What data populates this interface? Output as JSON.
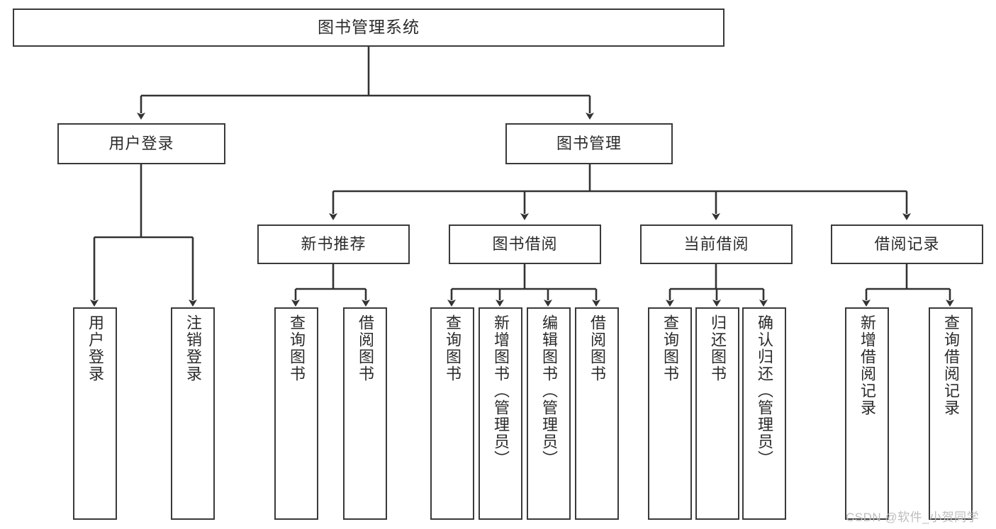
{
  "diagram": {
    "title": "图书管理系统",
    "type": "tree",
    "orientation": "top-down",
    "colors": {
      "box_border": "#3a3a3a",
      "box_fill": "#ffffff",
      "connector": "#333333",
      "text": "#2b2b2b",
      "watermark": "#bdbdbd",
      "background": "#ffffff"
    },
    "root": {
      "label": "图书管理系统"
    },
    "level2": [
      {
        "id": "user-login",
        "label": "用户登录"
      },
      {
        "id": "book-management",
        "label": "图书管理"
      }
    ],
    "level3": [
      {
        "id": "new-book-recommend",
        "label": "新书推荐",
        "parent": "book-management"
      },
      {
        "id": "book-borrow",
        "label": "图书借阅",
        "parent": "book-management"
      },
      {
        "id": "current-borrow",
        "label": "当前借阅",
        "parent": "book-management"
      },
      {
        "id": "borrow-record",
        "label": "借阅记录",
        "parent": "book-management"
      }
    ],
    "leaves": {
      "user_login": [
        {
          "id": "leaf-user-login",
          "label": "用户登录"
        },
        {
          "id": "leaf-logout",
          "label": "注销登录"
        }
      ],
      "new_book_recommend": [
        {
          "id": "leaf-query-book-1",
          "label": "查询图书"
        },
        {
          "id": "leaf-borrow-book-1",
          "label": "借阅图书"
        }
      ],
      "book_borrow": [
        {
          "id": "leaf-query-book-2",
          "label": "查询图书"
        },
        {
          "id": "leaf-add-book",
          "label": "新增图书（管理员）"
        },
        {
          "id": "leaf-edit-book",
          "label": "编辑图书（管理员）"
        },
        {
          "id": "leaf-borrow-book-2",
          "label": "借阅图书"
        }
      ],
      "current_borrow": [
        {
          "id": "leaf-query-book-3",
          "label": "查询图书"
        },
        {
          "id": "leaf-return-book",
          "label": "归还图书"
        },
        {
          "id": "leaf-confirm-return",
          "label": "确认归还（管理员）"
        }
      ],
      "borrow_record": [
        {
          "id": "leaf-add-record",
          "label": "新增借阅记录"
        },
        {
          "id": "leaf-query-record",
          "label": "查询借阅记录"
        }
      ]
    }
  },
  "watermark": {
    "text": "CSDN @软件_小贺同学"
  }
}
